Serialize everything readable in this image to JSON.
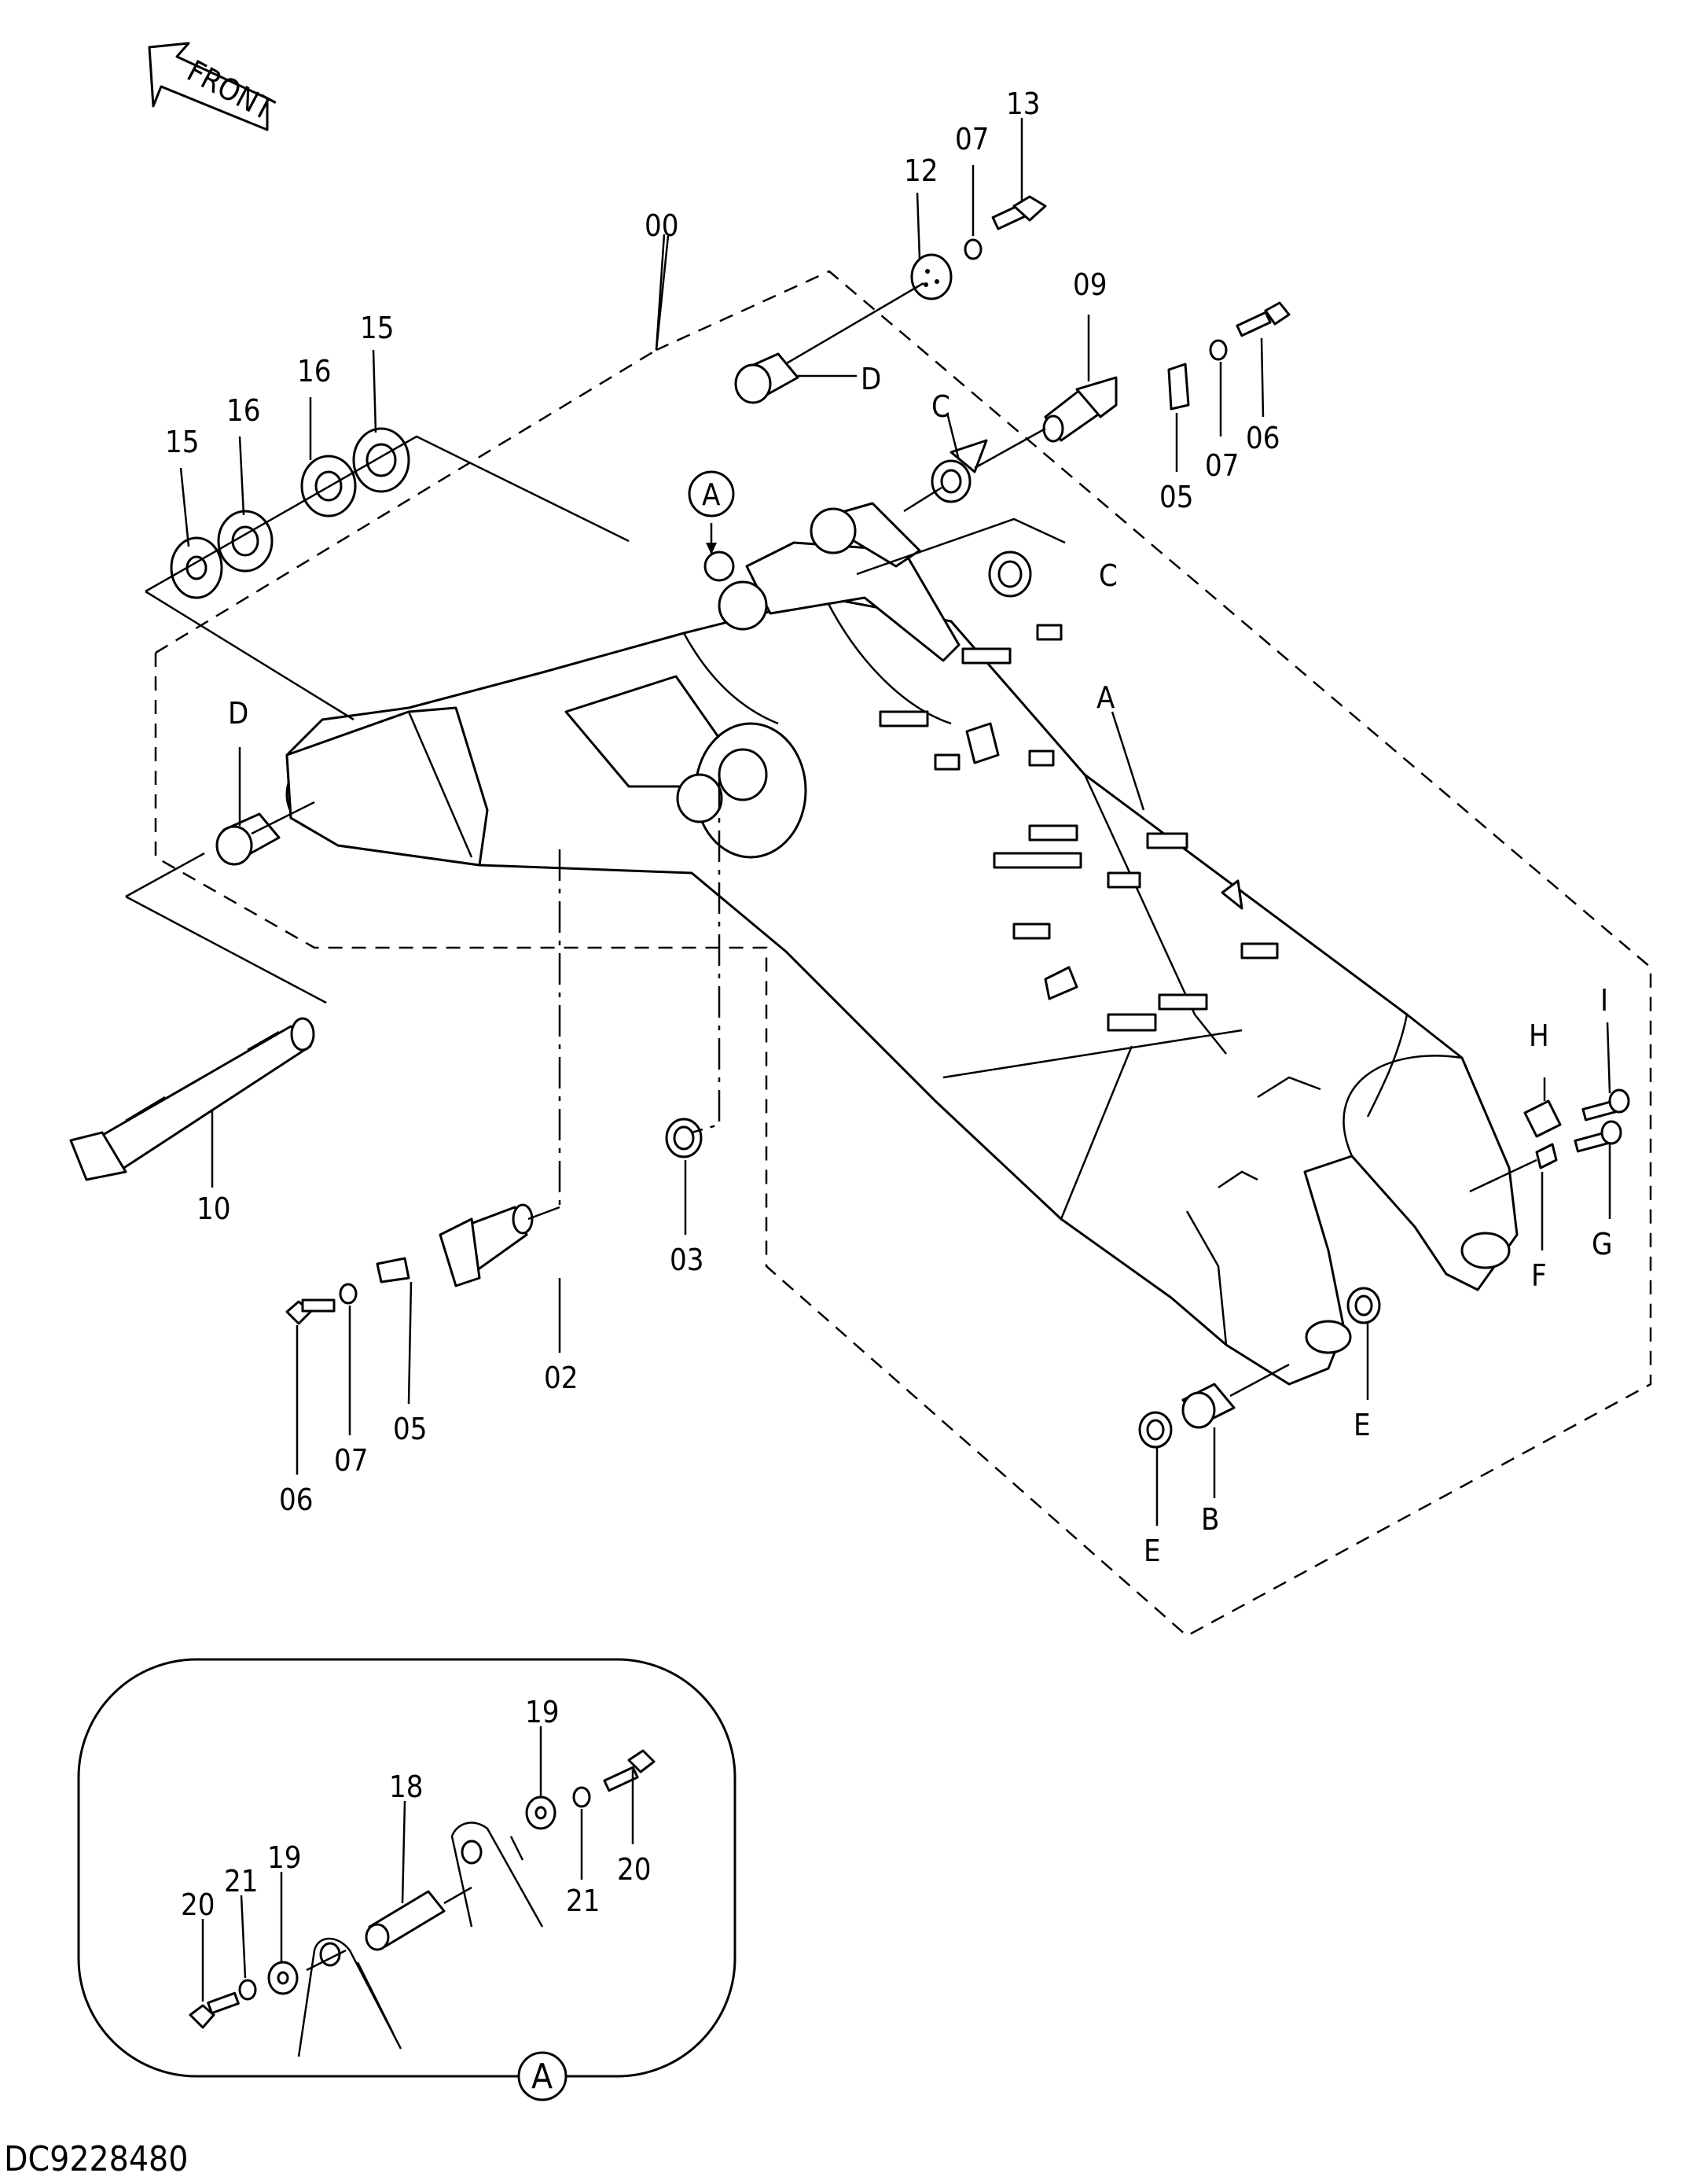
{
  "diagram": {
    "front_arrow_label": "FRONT",
    "document_id": "DC9228480",
    "detail_ref": "A",
    "callouts": {
      "assembly": "00",
      "p02": "02",
      "p03": "03",
      "p05_left": "05",
      "p05_right": "05",
      "p06_left": "06",
      "p06_right": "06",
      "p07_top": "07",
      "p07_left": "07",
      "p07_right": "07",
      "p09": "09",
      "p10": "10",
      "p12": "12",
      "p13": "13",
      "p15_a": "15",
      "p15_b": "15",
      "p16_a": "16",
      "p16_b": "16",
      "ref_A_top": "A",
      "ref_A_boom": "A",
      "ref_B": "B",
      "ref_C_top": "C",
      "ref_C_mid": "C",
      "ref_D_top": "D",
      "ref_D_left": "D",
      "ref_E_right": "E",
      "ref_E_bottom": "E",
      "ref_F": "F",
      "ref_G": "G",
      "ref_H": "H",
      "ref_I": "I"
    },
    "detail_callouts": {
      "p18": "18",
      "p19_top": "19",
      "p19_left": "19",
      "p20_right": "20",
      "p20_left": "20",
      "p21_right": "21",
      "p21_left": "21"
    }
  }
}
